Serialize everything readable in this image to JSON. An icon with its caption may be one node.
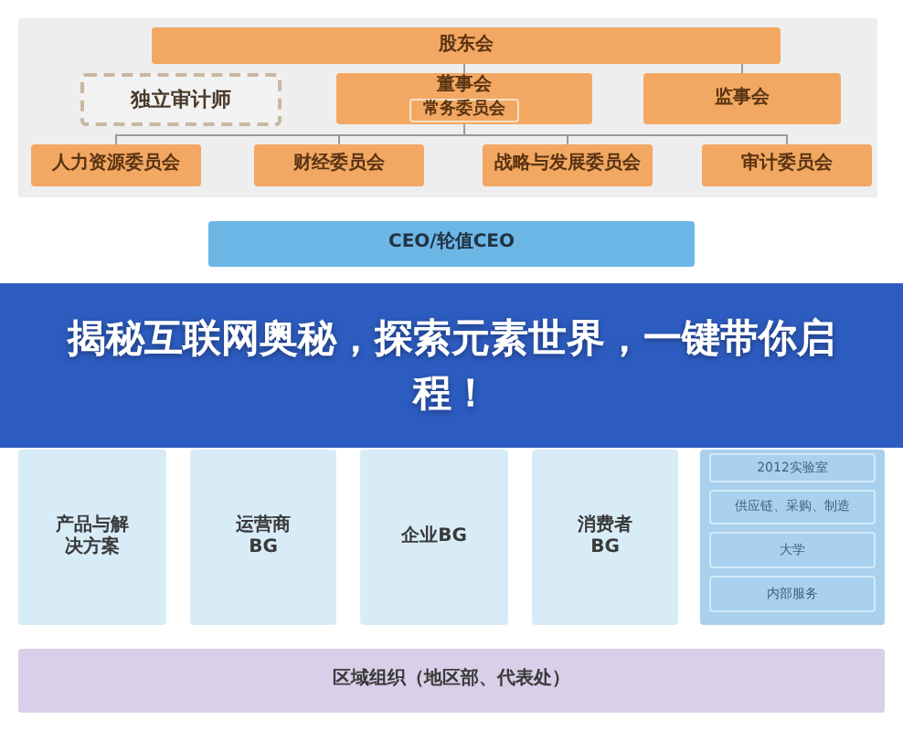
{
  "diagram": {
    "title": "揭秘互联网奥秘，探索元素世界，一键带你启程！",
    "nodes": [
      {
        "text": [
          "股东会"
        ]
      },
      {
        "text": [
          "独立审计师"
        ]
      },
      {
        "text": [
          "董事会"
        ]
      },
      {
        "text": [
          "常务委员会"
        ],
        "in": 2
      },
      {
        "text": [
          "监事会"
        ]
      },
      {
        "text": [
          "人力资源委员会"
        ]
      },
      {
        "text": [
          "财经委员会"
        ]
      },
      {
        "text": [
          "战略与发展委员会"
        ]
      },
      {
        "text": [
          "审计委员会"
        ]
      },
      {
        "text": [
          "CEO/轮值CEO"
        ]
      },
      {
        "text": [
          "产品与解决方案"
        ]
      },
      {
        "text": [
          "运营商BG"
        ]
      },
      {
        "text": [
          "企业BG"
        ]
      },
      {
        "text": [
          "消费者BG"
        ]
      },
      {
        "text": [],
        "shape": "box"
      },
      {
        "text": [
          "2012实验室"
        ],
        "in": 14
      },
      {
        "text": [
          "供应链、采购、制造"
        ],
        "in": 14
      },
      {
        "text": [
          "大学"
        ],
        "in": 14
      },
      {
        "text": [
          "内部服务"
        ],
        "in": 14
      },
      {
        "text": [
          "区域组织（地区部、代表处）"
        ]
      }
    ],
    "edges": [
      {
        "from": 0,
        "to": 2,
        "arrow": "none"
      },
      {
        "from": 0,
        "to": 4,
        "arrow": "none"
      },
      {
        "from": 2,
        "to": 5,
        "arrow": "none"
      },
      {
        "from": 2,
        "to": 6,
        "arrow": "none"
      },
      {
        "from": 2,
        "to": 7,
        "arrow": "none"
      },
      {
        "from": 2,
        "to": 8,
        "arrow": "none"
      }
    ]
  }
}
